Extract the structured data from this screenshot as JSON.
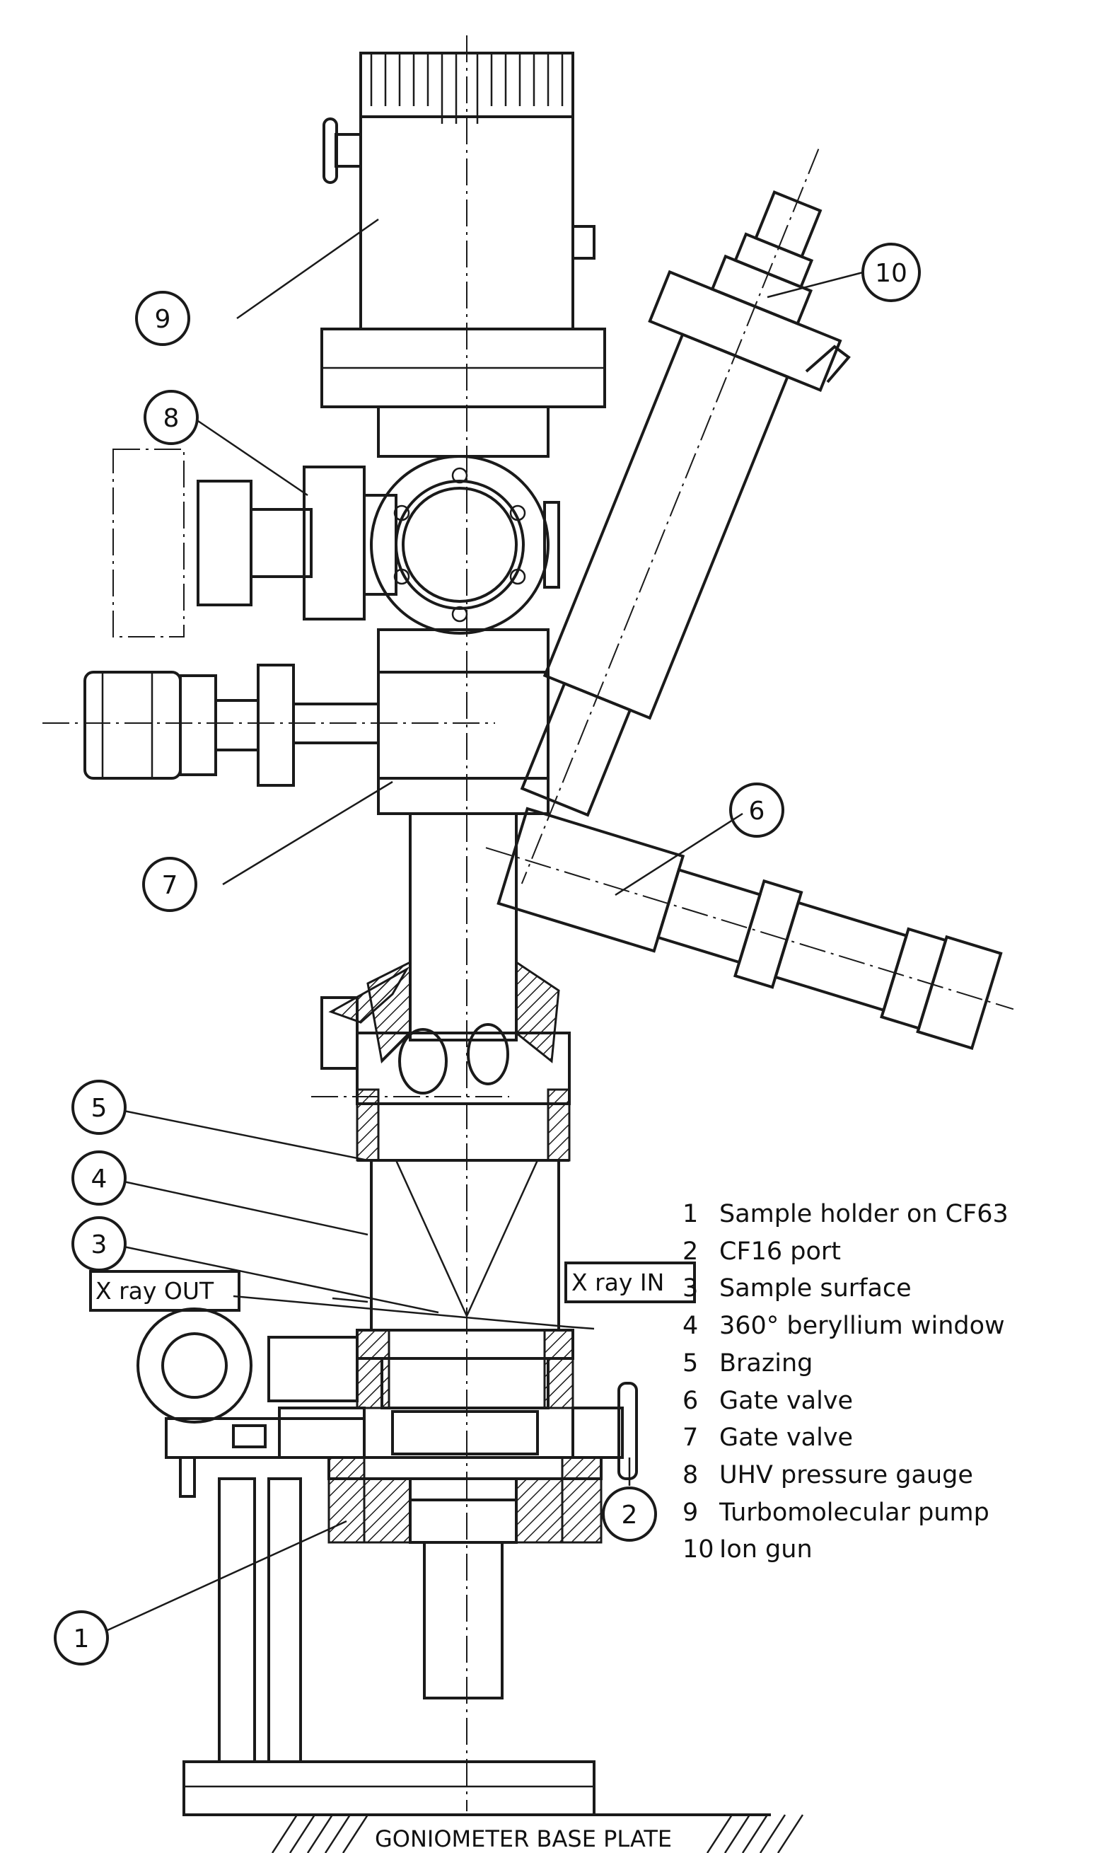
{
  "callouts": [
    {
      "n": "1"
    },
    {
      "n": "2"
    },
    {
      "n": "3"
    },
    {
      "n": "4"
    },
    {
      "n": "5"
    },
    {
      "n": "6"
    },
    {
      "n": "7"
    },
    {
      "n": "8"
    },
    {
      "n": "9"
    },
    {
      "n": "10"
    }
  ],
  "legend": [
    {
      "n": "1",
      "text": "Sample holder on CF63"
    },
    {
      "n": "2",
      "text": "CF16 port"
    },
    {
      "n": "3",
      "text": "Sample surface"
    },
    {
      "n": "4",
      "text": "360° beryllium window"
    },
    {
      "n": "5",
      "text": "Brazing"
    },
    {
      "n": "6",
      "text": "Gate valve"
    },
    {
      "n": "7",
      "text": "Gate valve"
    },
    {
      "n": "8",
      "text": "UHV pressure gauge"
    },
    {
      "n": "9",
      "text": "Turbomolecular pump"
    },
    {
      "n": "10",
      "text": "Ion gun"
    }
  ],
  "xray_out": "X ray OUT",
  "xray_in": "X ray IN",
  "base_label": "GONIOMETER BASE PLATE"
}
